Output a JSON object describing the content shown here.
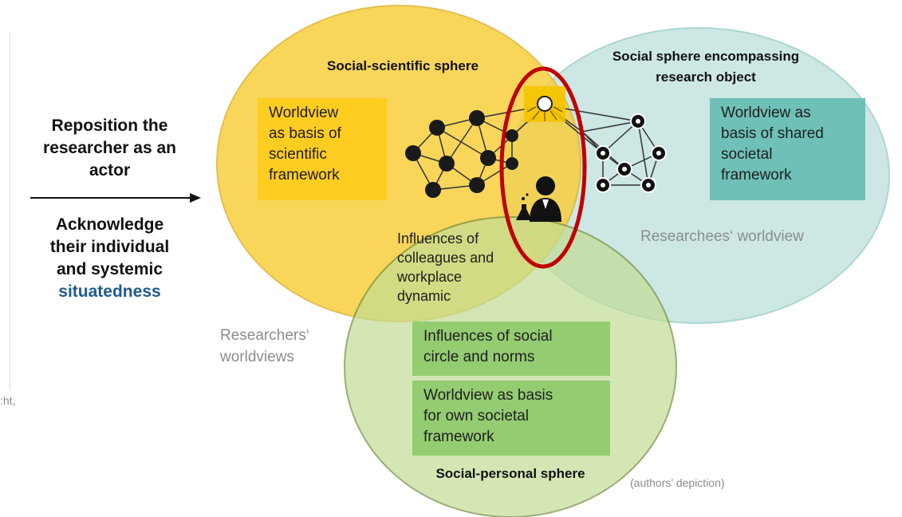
{
  "left_panel": {
    "line1": "Reposition the",
    "line2": "researcher as an",
    "line3": "actor",
    "line4": "Acknowledge",
    "line5": "their individual",
    "line6": "and systemic",
    "line7": "situatedness",
    "cut_text": ":ht,"
  },
  "spheres": {
    "scientific": {
      "title": "Social-scientific sphere",
      "box_lines": [
        "Worldview",
        "as basis of",
        "scientific",
        "framework"
      ],
      "influence_lines": [
        "Influences of",
        "colleagues and",
        "workplace",
        "dynamic"
      ],
      "label_lines": [
        "Researchers‘",
        "worldviews"
      ]
    },
    "research_object": {
      "title_lines": [
        "Social sphere encompassing",
        "research object"
      ],
      "box_lines": [
        "Worldview as",
        "basis of shared",
        "societal",
        "framework"
      ],
      "label": "Researchees‘ worldview"
    },
    "personal": {
      "title": "Social-personal sphere",
      "box1_lines": [
        "Influences of social",
        "circle and norms"
      ],
      "box2_lines": [
        "Worldview as basis",
        "for own societal",
        "framework"
      ]
    }
  },
  "caption": "(authors’ depiction)",
  "colors": {
    "scientific": "#f9d24a",
    "research_object": "#cfe7e5",
    "personal": "#c7dd9f",
    "highlight": "#c00000",
    "accent_text": "#1f5a8e"
  },
  "icons": [
    "arrow-right-icon",
    "network-icon",
    "sun-icon",
    "scientist-icon"
  ]
}
